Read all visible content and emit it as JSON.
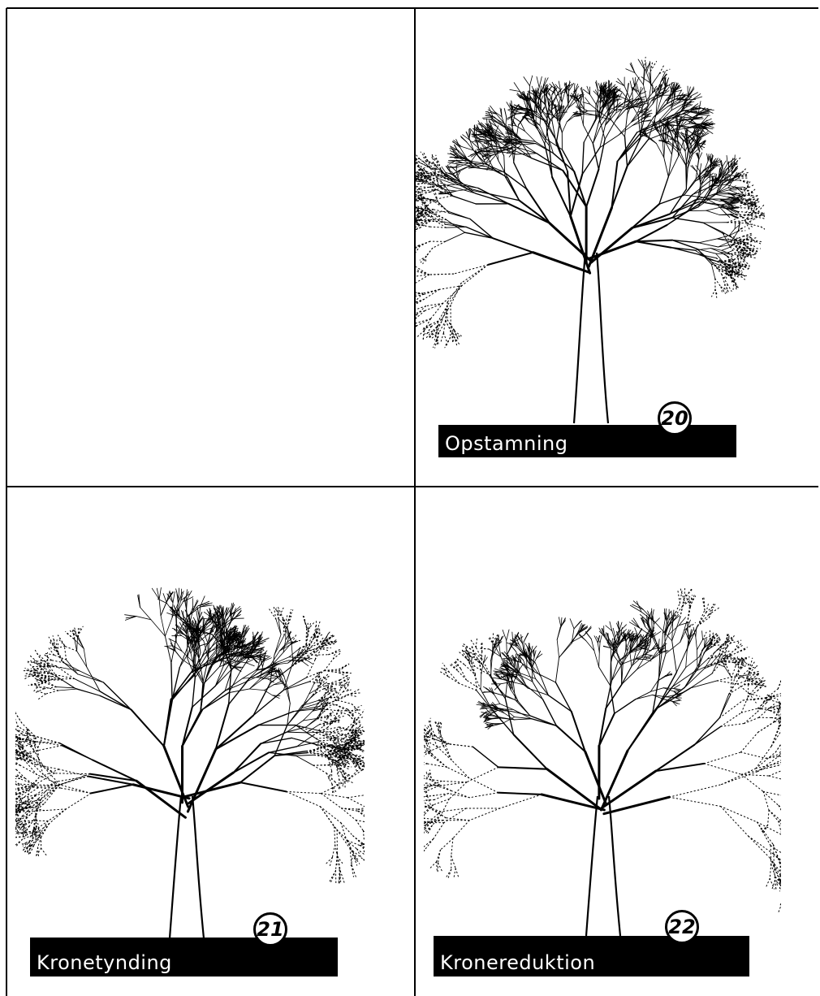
{
  "panels": [
    {
      "id": "empty",
      "caption": "",
      "number": ""
    },
    {
      "id": "opstamning",
      "caption": "Opstamning",
      "number": "20"
    },
    {
      "id": "kronetynding",
      "caption": "Kronetynding",
      "number": "21"
    },
    {
      "id": "kronereduktion",
      "caption": "Kronereduktion",
      "number": "22"
    }
  ]
}
